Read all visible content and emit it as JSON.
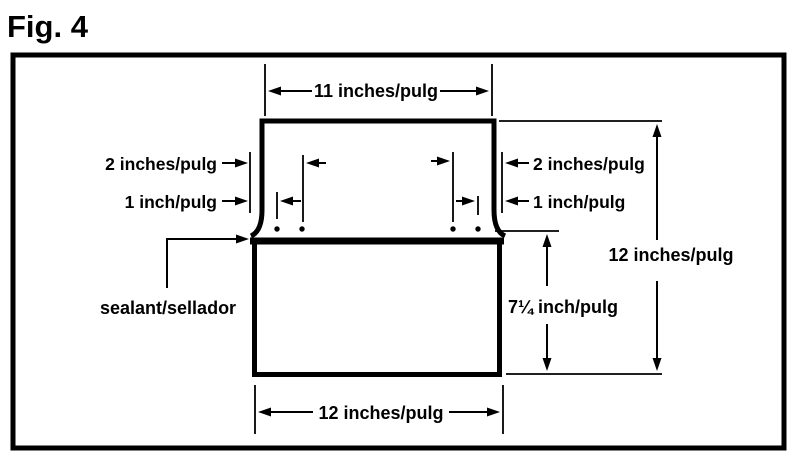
{
  "title": "Fig. 4",
  "colors": {
    "ink": "#000000",
    "background": "#ffffff"
  },
  "diagram": {
    "dimensions": {
      "top_width": "11 inches/pulg",
      "left_offset_2": "2 inches/pulg",
      "left_offset_1": "1 inch/pulg",
      "right_offset_2": "2 inches/pulg",
      "right_offset_1": "1 inch/pulg",
      "total_height": "12 inches/pulg",
      "base_height": "7¼ inch/pulg",
      "base_width": "12 inches/pulg"
    },
    "annotations": {
      "sealant": "sealant/sellador"
    },
    "fastener_dot_count": 4
  }
}
